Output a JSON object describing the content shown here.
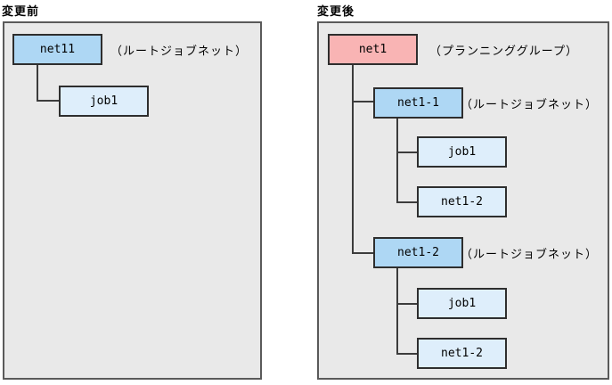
{
  "panels": {
    "before": {
      "title": "変更前",
      "net11": "net11",
      "net11_annotation": "（ルートジョブネット）",
      "job1": "job1"
    },
    "after": {
      "title": "変更後",
      "net1": "net1",
      "net1_annotation": "（プランニンググループ）",
      "net1_1": "net1-1",
      "net1_1_annotation": "（ルートジョブネット）",
      "net1_1_job1": "job1",
      "net1_1_net1_2": "net1-2",
      "net1_2": "net1-2",
      "net1_2_annotation": "（ルートジョブネット）",
      "net1_2_job1": "job1",
      "net1_2_net1_2": "net1-2"
    }
  },
  "colors": {
    "panel_bg": "#e9e9e9",
    "panel_border": "#5a5a5a",
    "box_border": "#2e2e2e",
    "line": "#3c3c3c",
    "root_jobnet_fill": "#aed7f4",
    "unit_fill": "#deeefb",
    "planning_group_fill": "#f9b4b4"
  }
}
